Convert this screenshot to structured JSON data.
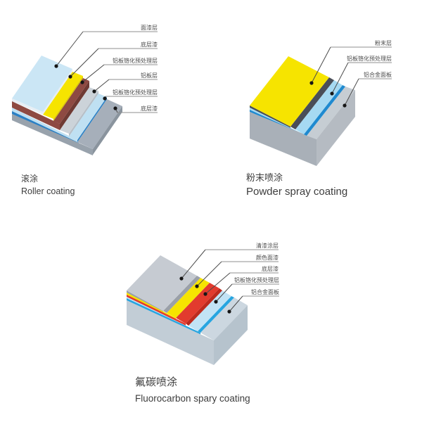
{
  "colors": {
    "topcoat_blue": "#cbe6f5",
    "blue_edge_light": "#e7eef4",
    "yellow": "#f6e400",
    "yellow_dark": "#dcc800",
    "maroon": "#8e4a42",
    "maroon_dark": "#6f3a33",
    "alum_gray": "#ccd3d9",
    "alum_gray_dark": "#b7bfc7",
    "pale_blue": "#bfe0f2",
    "bright_blue": "#2a80c5",
    "base_gray_top": "#a6afba",
    "base_gray_front": "#98a2ac",
    "base_gray_side": "#8a949e",
    "powder_dark_edge": "#4a4e58",
    "powder_pale_blue": "#a6d9f2",
    "powder_bright_blue": "#1f8ad0",
    "block_top": "#c6cdd3",
    "block_right": "#b5bbc2",
    "block_front": "#a9b0b8",
    "fc_top_gray": "#c6cbd2",
    "fc_gray_edge": "#9aa0a8",
    "fc_red": "#e23b2e",
    "fc_red_dark": "#bc2a1e",
    "fc_pale_blue": "#c2e3f5",
    "fc_bright_blue": "#27a5e0",
    "fc_block_top": "#ccd7e0",
    "fc_block_right": "#b6c3cd",
    "fc_block_front": "#c2cdd6"
  },
  "diagrams": [
    {
      "id": "roller-coating",
      "title_zh": "滚涂",
      "title_en": "Roller coating",
      "labels": [
        {
          "text": "面漆层"
        },
        {
          "text": "底层漆"
        },
        {
          "text": "铝板铬化预处理层"
        },
        {
          "text": "铝板层"
        },
        {
          "text": "铝板铬化预处理层"
        },
        {
          "text": "底层漆"
        }
      ]
    },
    {
      "id": "powder-spray-coating",
      "title_zh": "粉末喷涂",
      "title_en": "Powder spray coating",
      "labels": [
        {
          "text": "粉末层"
        },
        {
          "text": "铝板铬化预处理层"
        },
        {
          "text": "铝合金面板"
        }
      ]
    },
    {
      "id": "fluorocarbon-spray-coating",
      "title_zh": "氟碳喷涂",
      "title_en": "Fluorocarbon spary coating",
      "labels": [
        {
          "text": "清漆涂层"
        },
        {
          "text": "颜色面漆"
        },
        {
          "text": "底层漆"
        },
        {
          "text": "铝板铬化预处理层"
        },
        {
          "text": "铝合金面板"
        }
      ]
    }
  ]
}
